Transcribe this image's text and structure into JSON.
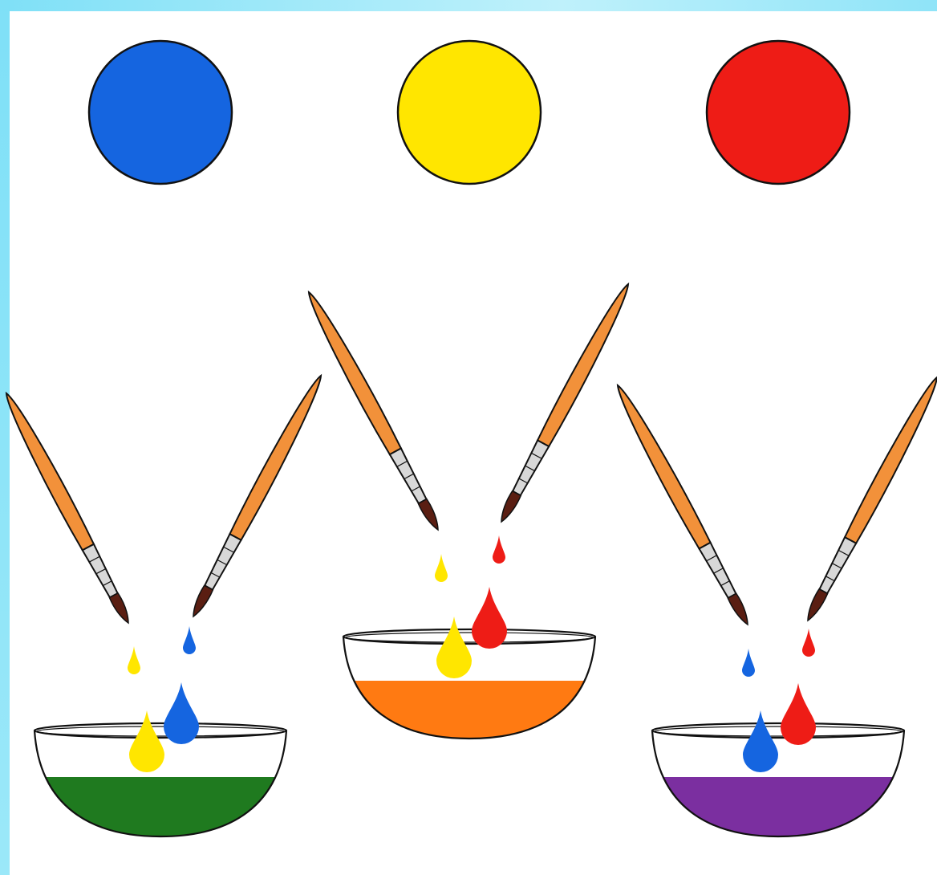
{
  "palette": {
    "blue": "#1565e0",
    "yellow": "#ffe600",
    "red": "#ee1c16",
    "green": "#1f7a1f",
    "orange": "#ff7a12",
    "purple": "#7b2fa0",
    "brush_handle": "#f2913a",
    "brush_ferrule": "#d8d8d8",
    "brush_tip": "#5a1e12",
    "outline": "#111111",
    "frame": "#8fe4f8"
  },
  "primary_circles": [
    "blue",
    "yellow",
    "red"
  ],
  "mixes": [
    {
      "first": "yellow",
      "second": "blue",
      "result": "green"
    },
    {
      "first": "yellow",
      "second": "red",
      "result": "orange"
    },
    {
      "first": "blue",
      "second": "red",
      "result": "purple"
    }
  ]
}
